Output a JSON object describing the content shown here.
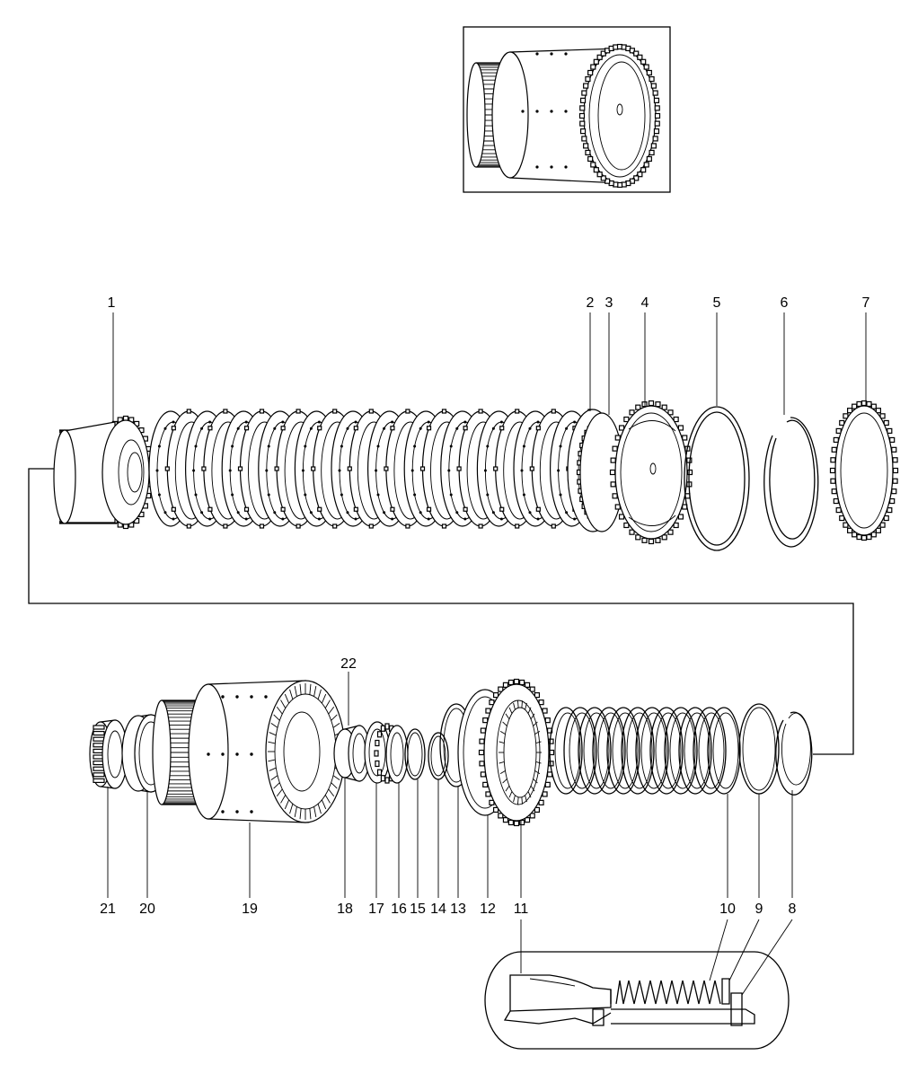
{
  "callouts": [
    {
      "label": "1"
    },
    {
      "label": "2"
    },
    {
      "label": "3"
    },
    {
      "label": "4"
    },
    {
      "label": "5"
    },
    {
      "label": "6"
    },
    {
      "label": "7"
    },
    {
      "label": "8"
    },
    {
      "label": "9"
    },
    {
      "label": "10"
    },
    {
      "label": "11"
    },
    {
      "label": "12"
    },
    {
      "label": "13"
    },
    {
      "label": "14"
    },
    {
      "label": "15"
    },
    {
      "label": "16"
    },
    {
      "label": "17"
    },
    {
      "label": "18"
    },
    {
      "label": "19"
    },
    {
      "label": "20"
    },
    {
      "label": "21"
    },
    {
      "label": "22"
    }
  ],
  "colors": {
    "line": "#000000",
    "background": "#ffffff"
  }
}
